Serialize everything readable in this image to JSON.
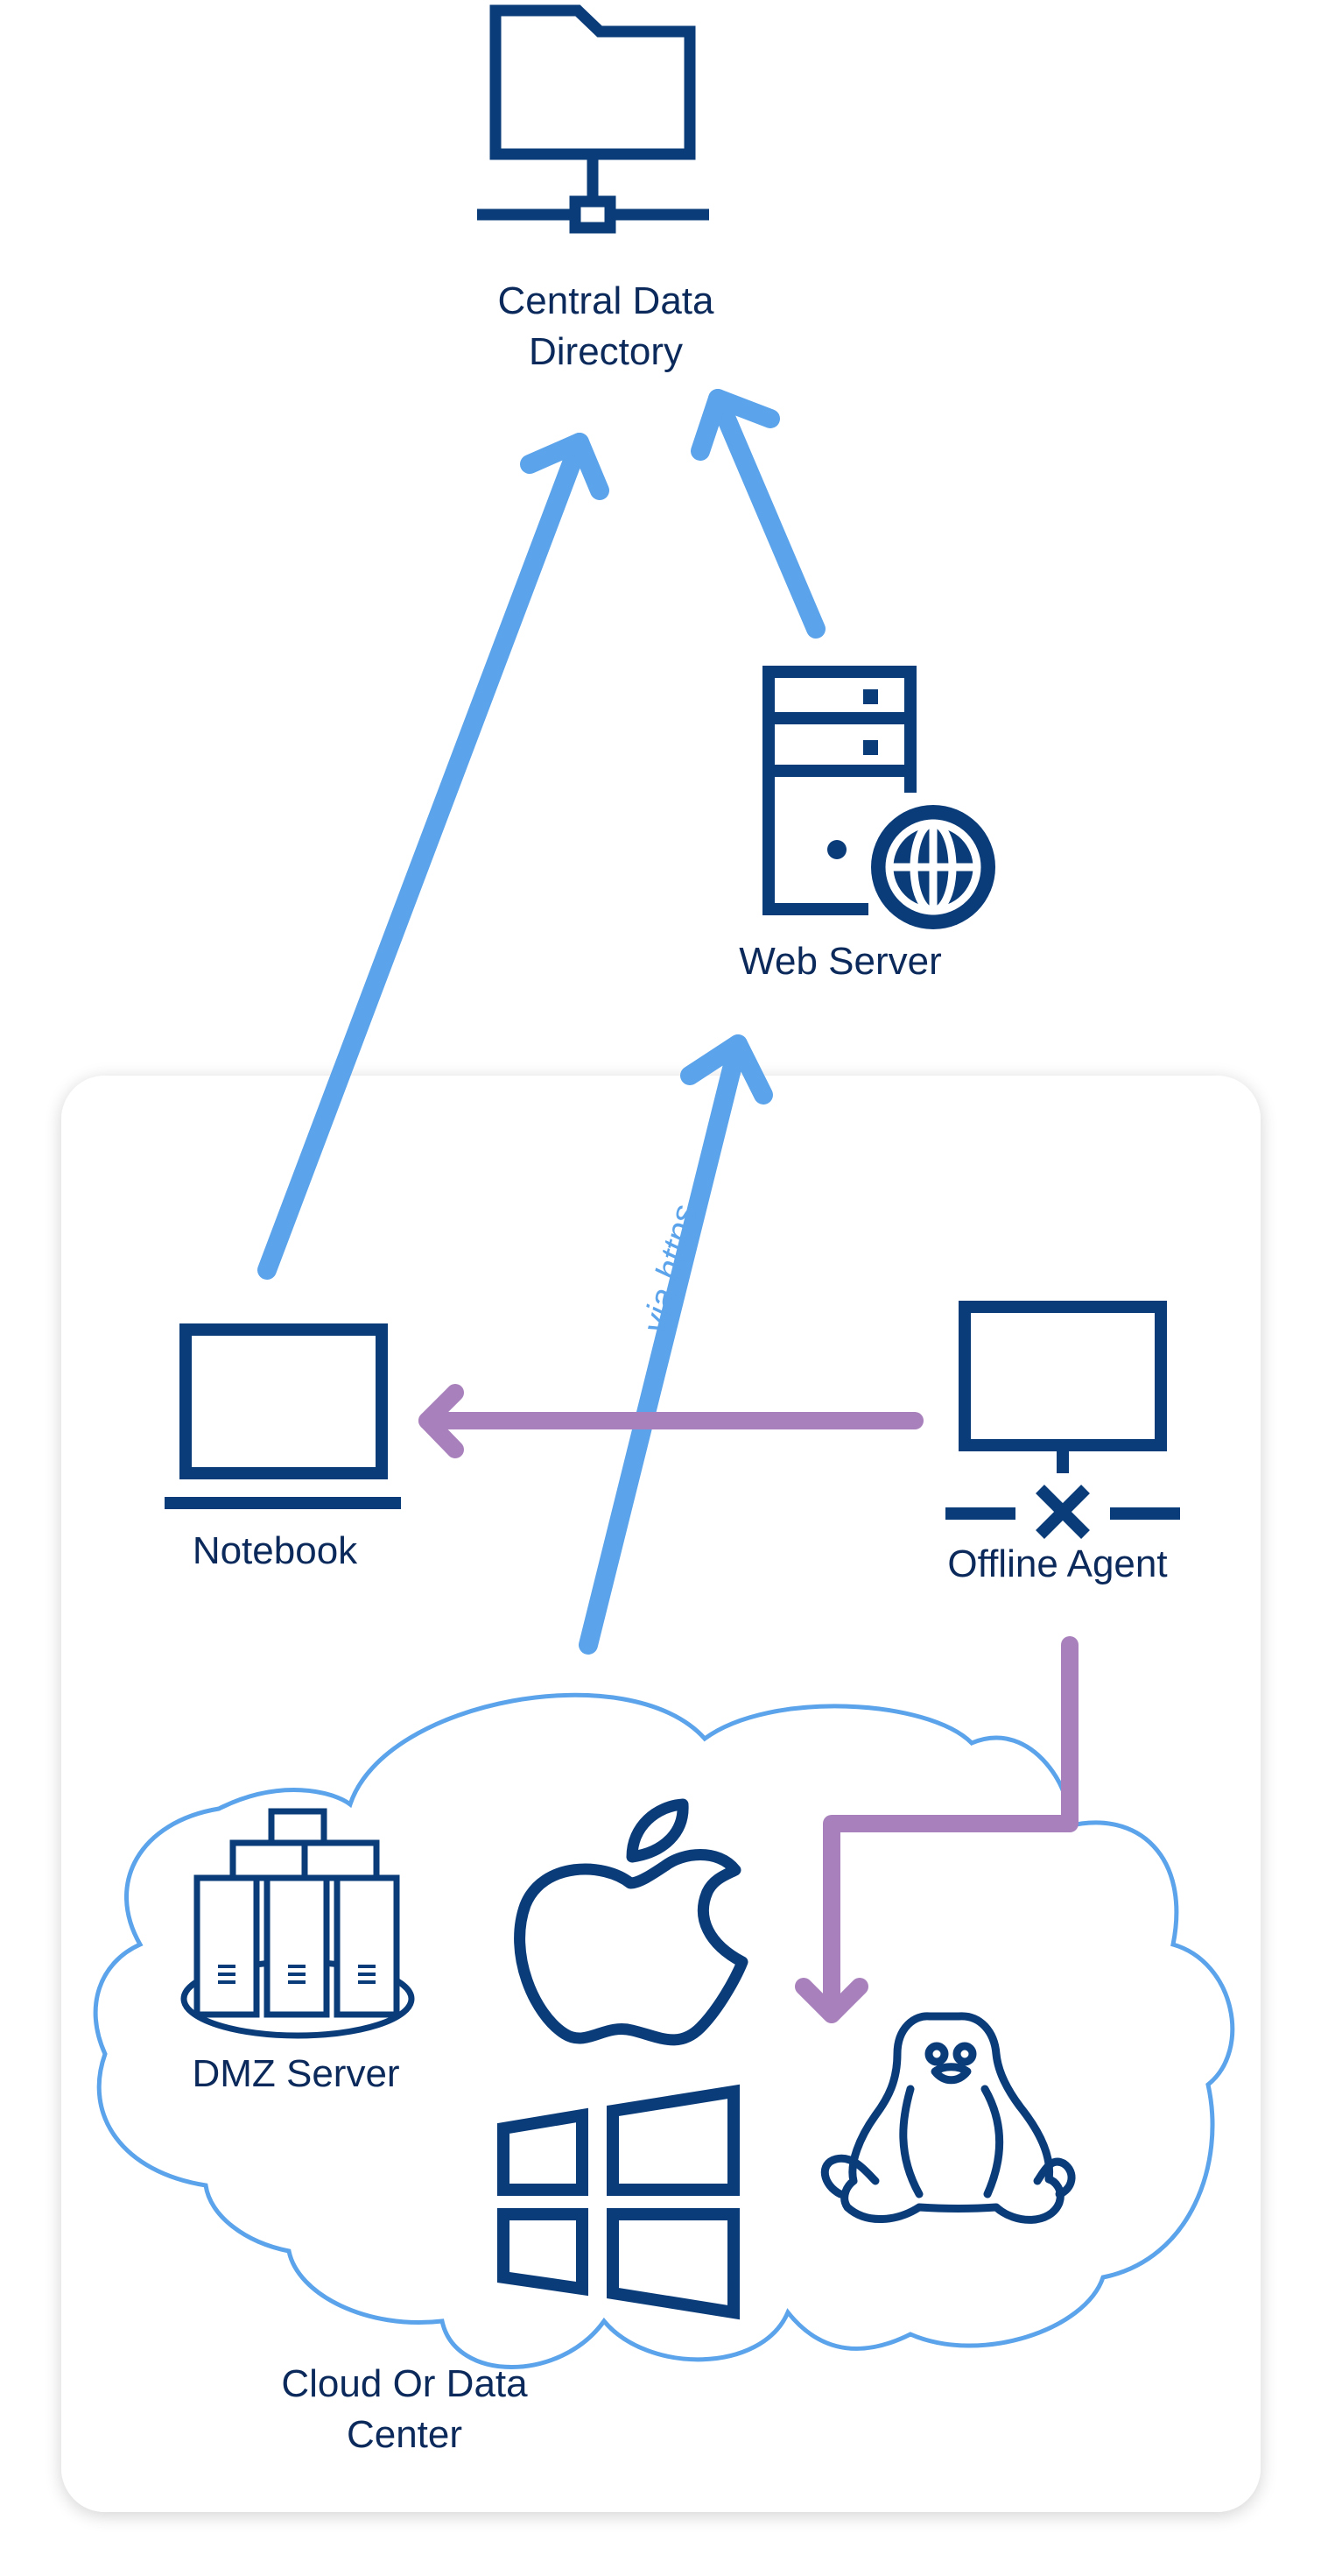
{
  "colors": {
    "icon": "#0b3c7a",
    "label": "#0b2a5b",
    "arrow_blue": "#5ba3ea",
    "arrow_purple": "#a880bb",
    "cloud": "#5ba3ea",
    "panel_border": "#e6e6e6"
  },
  "nodes": {
    "central_directory": {
      "label_line1": "Central Data",
      "label_line2": "Directory",
      "icon": "network-folder-icon"
    },
    "web_server": {
      "label": "Web Server",
      "icon": "web-server-icon"
    },
    "notebook": {
      "label": "Notebook",
      "icon": "laptop-icon"
    },
    "offline_agent": {
      "label": "Offline Agent",
      "icon": "disconnected-monitor-icon"
    },
    "dmz_server": {
      "label": "DMZ Server",
      "icon": "server-cluster-icon"
    },
    "apple": {
      "icon": "apple-icon"
    },
    "windows": {
      "icon": "windows-icon"
    },
    "linux": {
      "icon": "linux-tux-icon"
    }
  },
  "groups": {
    "cloud": {
      "label_line1": "Cloud Or Data",
      "label_line2": "Center"
    }
  },
  "edges": {
    "cloud_to_webserver": {
      "label": "via https"
    }
  }
}
